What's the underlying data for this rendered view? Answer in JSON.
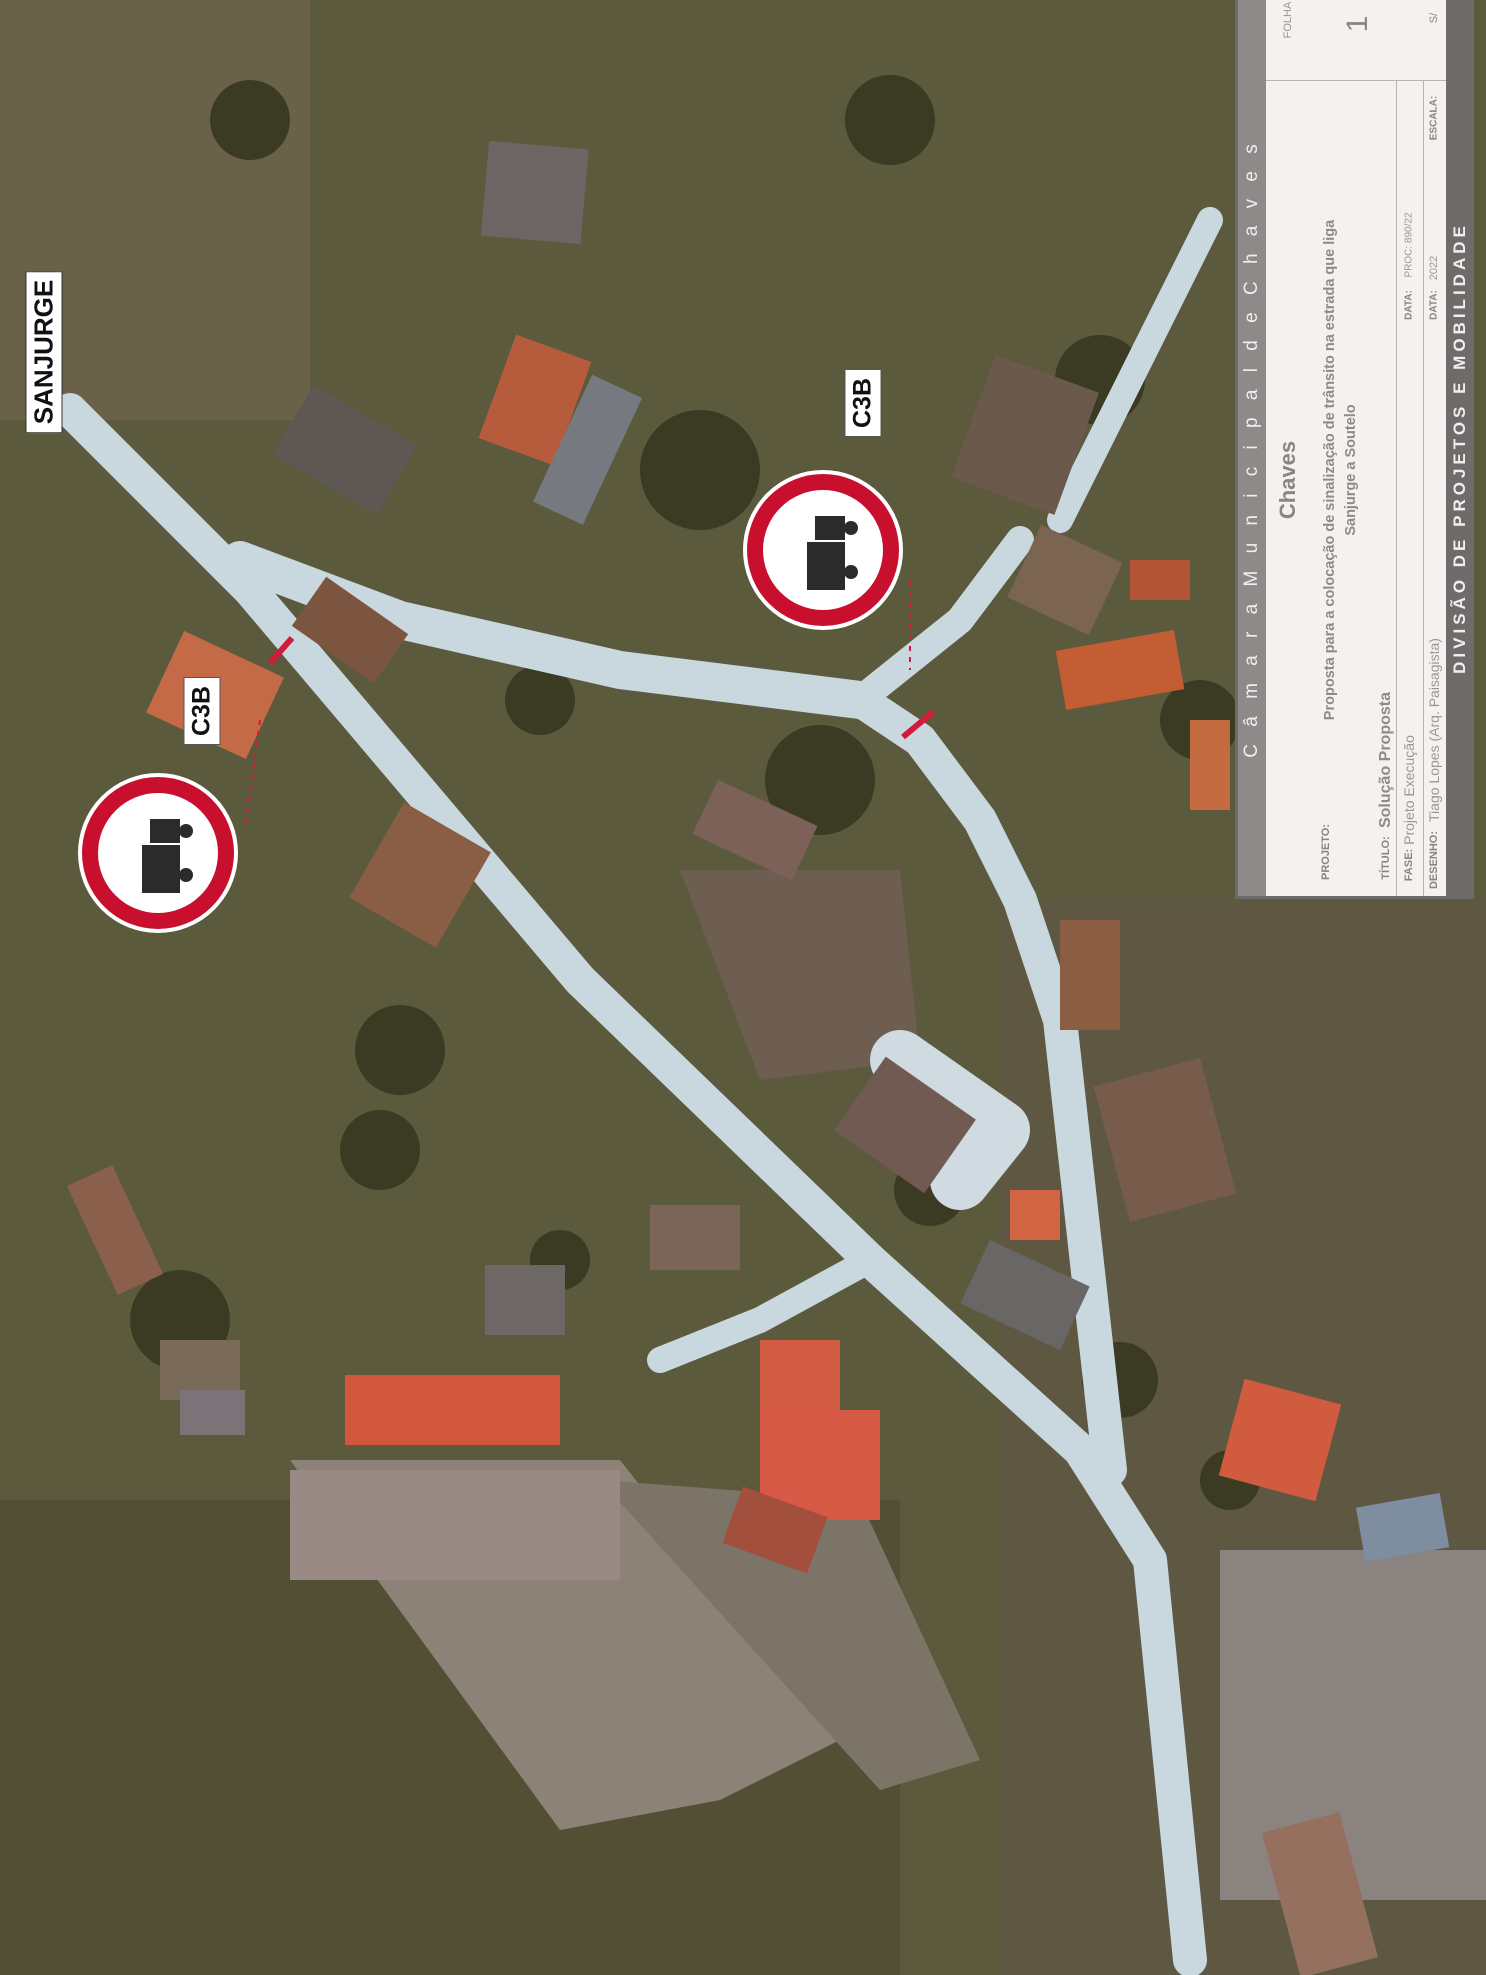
{
  "map": {
    "place_label": "SANJURGE",
    "sign_code_label_1": "C3B",
    "sign_code_label_2": "C3B",
    "sign_icon": "no-heavy-goods-vehicles-sign",
    "colors": {
      "sign_ring": "#c8102e",
      "sign_fill": "#ffffff",
      "sign_symbol": "#2b2b2b",
      "marker_line": "#d21a3a",
      "road": "#c7d6de",
      "vegetation": "#5e5b3c"
    }
  },
  "title_block": {
    "organization": "C â m a r a   M u n i c i p a l   d e   C h a v e s",
    "sheet_label": "FOLHA",
    "sheet_number": "1",
    "department": "DIVISÃO DE PROJETOS E MOBILIDADE",
    "city": "Chaves",
    "project_label": "PROJETO:",
    "project_value_line1": "Proposta para a colocação de sinalização de trânsito na estrada que liga",
    "project_value_line2": "Sanjurge a Soutelo",
    "title_label": "TÍTULO:",
    "title_value": "Solução Proposta",
    "phase_label": "FASE:",
    "phase_value": "Projeto Execução",
    "drawing_label": "DESENHO:",
    "drawing_value": "Tiago Lopes (Arq. Paisagista)",
    "date_label_1": "DATA:",
    "proc_value": "PROC: 890/22",
    "date_label_2": "DATA:",
    "date_value": "2022",
    "scale_label": "ESCALA:",
    "scale_value": "S/"
  }
}
